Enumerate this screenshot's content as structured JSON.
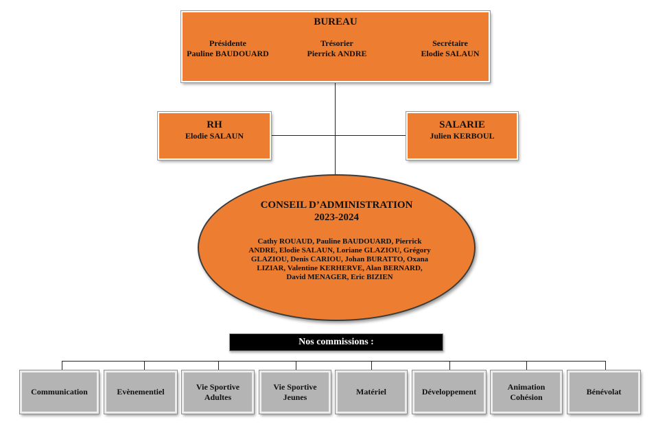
{
  "bureau": {
    "title": "BUREAU",
    "officers": [
      {
        "role": "Présidente",
        "name": "Pauline BAUDOUARD"
      },
      {
        "role": "Trésorier",
        "name": "Pierrick ANDRE"
      },
      {
        "role": "Secrétaire",
        "name": "Elodie SALAUN"
      }
    ]
  },
  "rh": {
    "title": "RH",
    "name": "Elodie SALAUN"
  },
  "salarie": {
    "title": "SALARIE",
    "name": "Julien KERBOUL"
  },
  "conseil": {
    "title": "CONSEIL D’ADMINISTRATION",
    "years": "2023-2024",
    "members": "Cathy ROUAUD, Pauline BAUDOUARD, Pierrick ANDRE, Elodie SALAUN, Loriane GLAZIOU, Grégory GLAZIOU, Denis CARIOU, Johan BURATTO, Oxana LIZIAR, Valentine KERHERVE, Alan BERNARD, David MENAGER,  Eric BIZIEN"
  },
  "commissions": {
    "header": "Nos commissions :",
    "items": [
      "Communication",
      "Evènementiel",
      "Vie Sportive Adultes",
      "Vie Sportive Jeunes",
      "Matériel",
      "Développement",
      "Animation Cohésion",
      "Bénévolat"
    ]
  },
  "colors": {
    "box_fill": "#ed7d31",
    "commission_fill": "#b4b4b4",
    "header_fill": "#000000",
    "header_text": "#ffffff"
  }
}
